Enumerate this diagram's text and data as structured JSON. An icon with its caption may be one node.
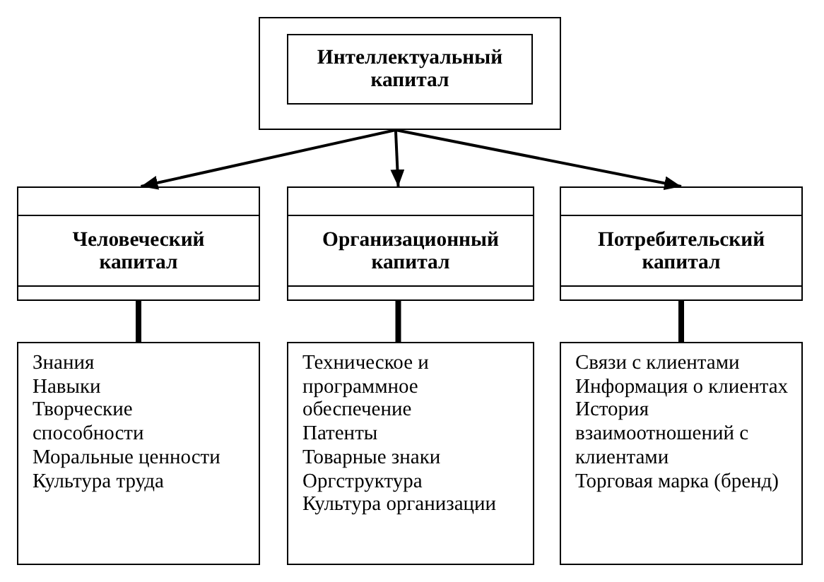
{
  "diagram": {
    "nodes": [
      {
        "text": [],
        "shape": "box"
      },
      {
        "text": [
          "Интеллектуальный капитал"
        ],
        "in": 0
      },
      {
        "text": [
          "Человеческий капитал"
        ]
      },
      {
        "text": [
          "Организационный капитал"
        ]
      },
      {
        "text": [
          "Потребительский капитал"
        ]
      },
      {
        "text": [
          "Знания",
          "Навыки",
          "Творческие способности",
          "Моральные ценности",
          "Культура труда"
        ]
      },
      {
        "text": [
          "Техническое и программное обеспечение",
          "Патенты",
          "Товарные знаки",
          "Оргструктура",
          "Культура организации"
        ]
      },
      {
        "text": [
          "Связи с клиентами",
          "Информация о клиентах",
          "История взаимоотношений с клиентами",
          "Торговая марка (бренд)"
        ]
      }
    ],
    "edges": [
      {
        "from": 0,
        "to": 2,
        "arrow": "to"
      },
      {
        "from": 0,
        "to": 3,
        "arrow": "to"
      },
      {
        "from": 0,
        "to": 4,
        "arrow": "to"
      },
      {
        "from": 2,
        "to": 5,
        "arrow": "none",
        "style": "thick"
      },
      {
        "from": 3,
        "to": 6,
        "arrow": "none",
        "style": "thick"
      },
      {
        "from": 4,
        "to": 7,
        "arrow": "none",
        "style": "thick"
      }
    ]
  }
}
